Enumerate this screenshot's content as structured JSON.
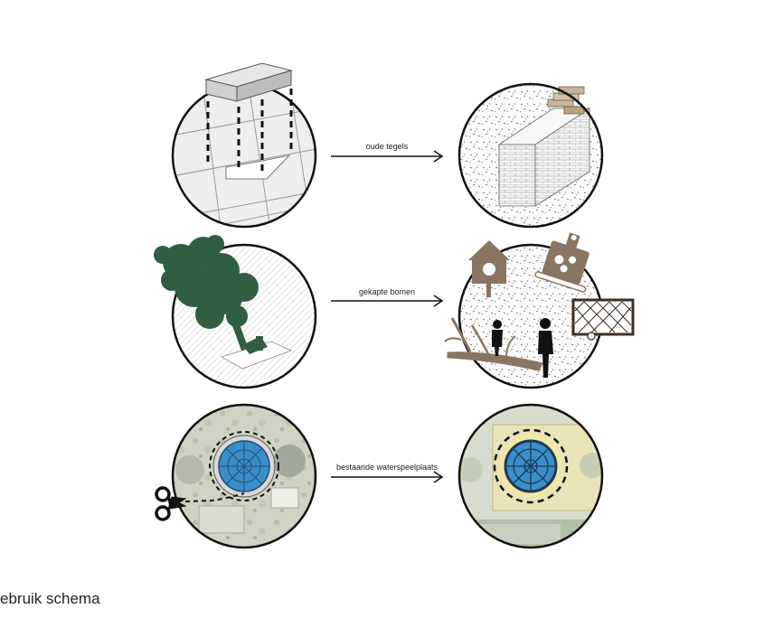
{
  "rows": [
    {
      "label": "oude tegels"
    },
    {
      "label": "gekapte bomen"
    },
    {
      "label": "bestaande waterspeelplaats"
    }
  ],
  "caption": "ebruik schema",
  "colors": {
    "outline": "#111111",
    "tree_green": "#2f5e43",
    "wood_brown": "#8a7560",
    "water_blue": "#3a8ec9",
    "dashed": "#111111"
  },
  "icons": [
    "scissors-icon",
    "birdhouse-icon",
    "cutting-board-icon",
    "goal-net-icon",
    "brick-wall-icon",
    "paving-slab-icon",
    "tree-icon",
    "person-icon"
  ]
}
